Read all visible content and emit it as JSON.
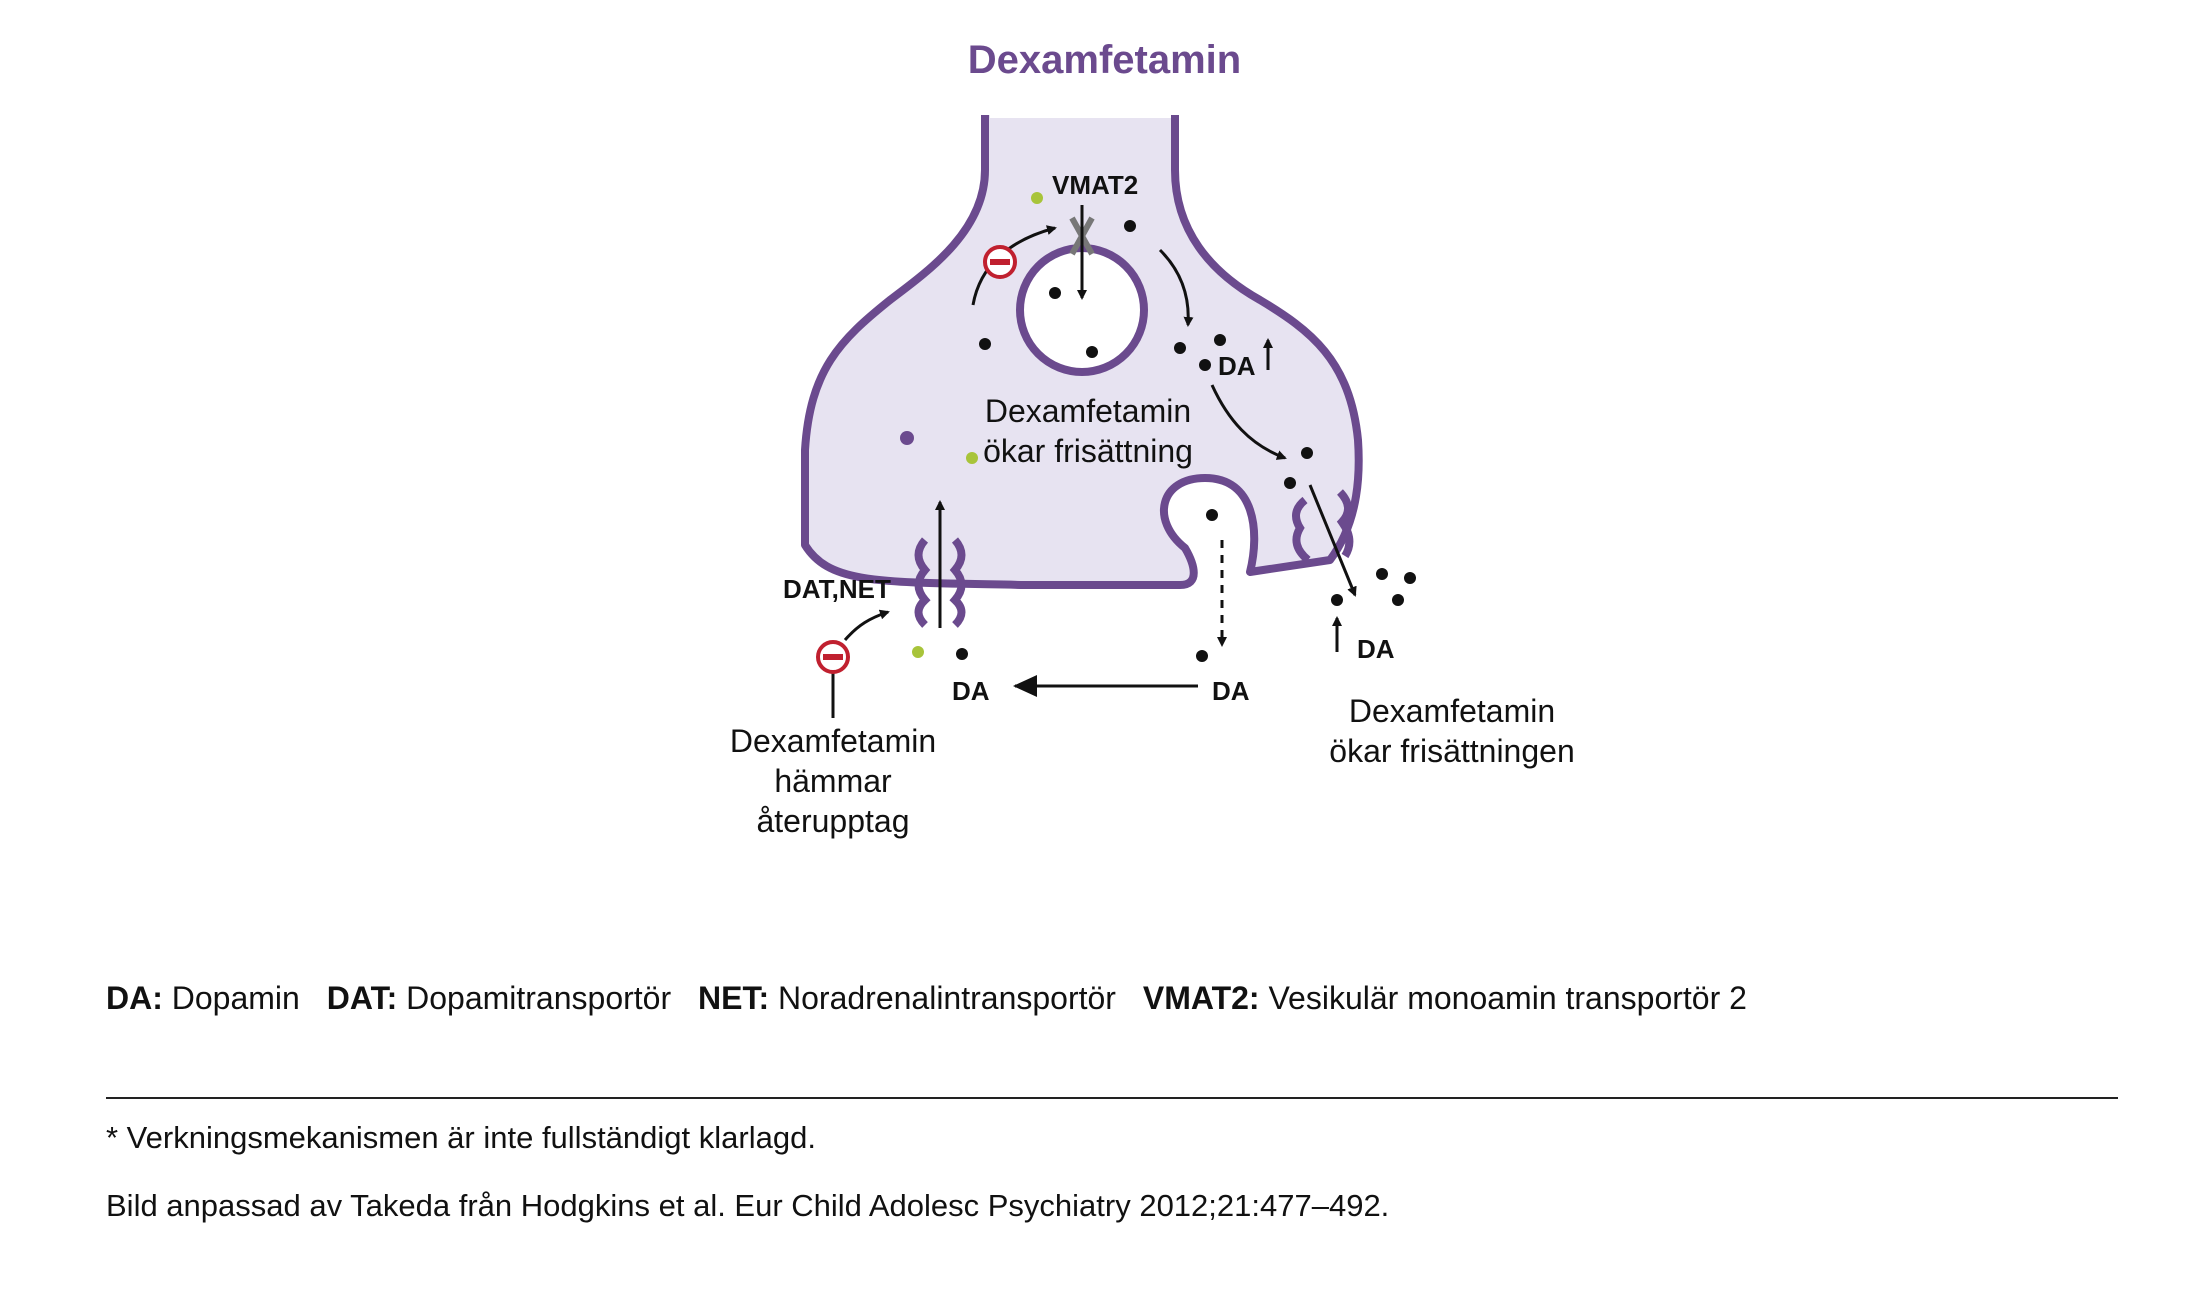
{
  "title": "Dexamfetamin",
  "colors": {
    "purple": "#6b4a8e",
    "cell_fill": "#e7e3f1",
    "inhibit_red": "#c0202f",
    "green_dot": "#a8c43a"
  },
  "labels": {
    "vmat2": "VMAT2",
    "da_upper": "DA",
    "release_inside_line1": "Dexamfetamin",
    "release_inside_line2": "ökar frisättning",
    "dat_net": "DAT,NET",
    "da_left": "DA",
    "da_middle": "DA",
    "da_right": "DA",
    "inhibit_line1": "Dexamfetamin",
    "inhibit_line2": "hämmar",
    "inhibit_line3": "återupptag",
    "release_outside_line1": "Dexamfetamin",
    "release_outside_line2": "ökar frisättningen"
  },
  "legend": [
    {
      "term": "DA:",
      "definition": "Dopamin"
    },
    {
      "term": "DAT:",
      "definition": "Dopamitransportör"
    },
    {
      "term": "NET:",
      "definition": "Noradrenalintransportör"
    },
    {
      "term": "VMAT2:",
      "definition": "Vesikulär monoamin transportör 2"
    }
  ],
  "footnotes": {
    "note": "* Verkningsmekanismen är inte fullständigt klarlagd.",
    "source": "Bild anpassad av Takeda från Hodgkins et al. Eur Child Adolesc Psychiatry 2012;21:477–492."
  }
}
